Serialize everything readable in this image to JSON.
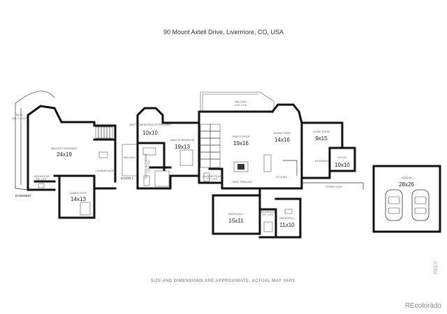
{
  "address": "90 Mount Axtell Drive, Livermore, CO, USA",
  "disclaimer": "SIZE AND DIMENSIONS ARE APPROXIMATE, ACTUAL MAY VARY.",
  "brand": "REcolorado",
  "vertical_brand": "REES",
  "levels": {
    "basement": "BASEMENT",
    "floor1": "FLOOR 1"
  },
  "rooms": {
    "patio": {
      "name": "PATIO",
      "size": "18'1\" x 24'10\""
    },
    "walkout_basement": {
      "name": "WALKOUT BASEMENT",
      "dim": "24x19"
    },
    "bathroom_basement": {
      "name": "BATHROOM",
      "size": "9'6\" x 6'1\""
    },
    "laundry_room_basement": {
      "name": "LAUNDRY ROOM"
    },
    "lower_suite": {
      "name": "LOWER SUITE",
      "dim": "14x13"
    },
    "balcony_west": {
      "name": "BALCONY"
    },
    "master_sitting": {
      "name": "MASTER BEDROOM SITTING AREA",
      "dim": "10x10"
    },
    "master_bedroom": {
      "name": "MASTER BEDROOM",
      "dim": "19x13"
    },
    "master_bath": {
      "name": "MASTER BATHROOM",
      "size": "14'5\" x 13'1\""
    },
    "balcony_north": {
      "name": "BALCONY",
      "size": "33'6\" x 9'3\""
    },
    "family_room": {
      "name": "FAMILY ROOM",
      "dim": "19x16"
    },
    "dining_room": {
      "name": "DINING ROOM",
      "dim": "14x16"
    },
    "living_room": {
      "name": "LIVING ROOM",
      "dim": "9x15"
    },
    "office": {
      "name": "OFFICE",
      "dim": "10x10"
    },
    "entrance": {
      "name": "ENTRANCE"
    },
    "kitchen": {
      "name": "KITCHEN"
    },
    "laundry_room_main": {
      "name": "LAUNDRY ROOM",
      "size": "7'8\" x 6'3\""
    },
    "pass_through": {
      "name": "PASS THROUGH"
    },
    "front_door": {
      "name": "FRONT DOOR"
    },
    "bedroom1": {
      "name": "BEDROOM 1",
      "dim": "15x11"
    },
    "bathroom_main": {
      "name": "BATHROOM",
      "size": "8'1\" x 5'9\""
    },
    "bedroom2": {
      "name": "BEDROOM 2",
      "dim": "11x10"
    },
    "garage": {
      "name": "GARAGE",
      "dim": "28x26"
    }
  }
}
